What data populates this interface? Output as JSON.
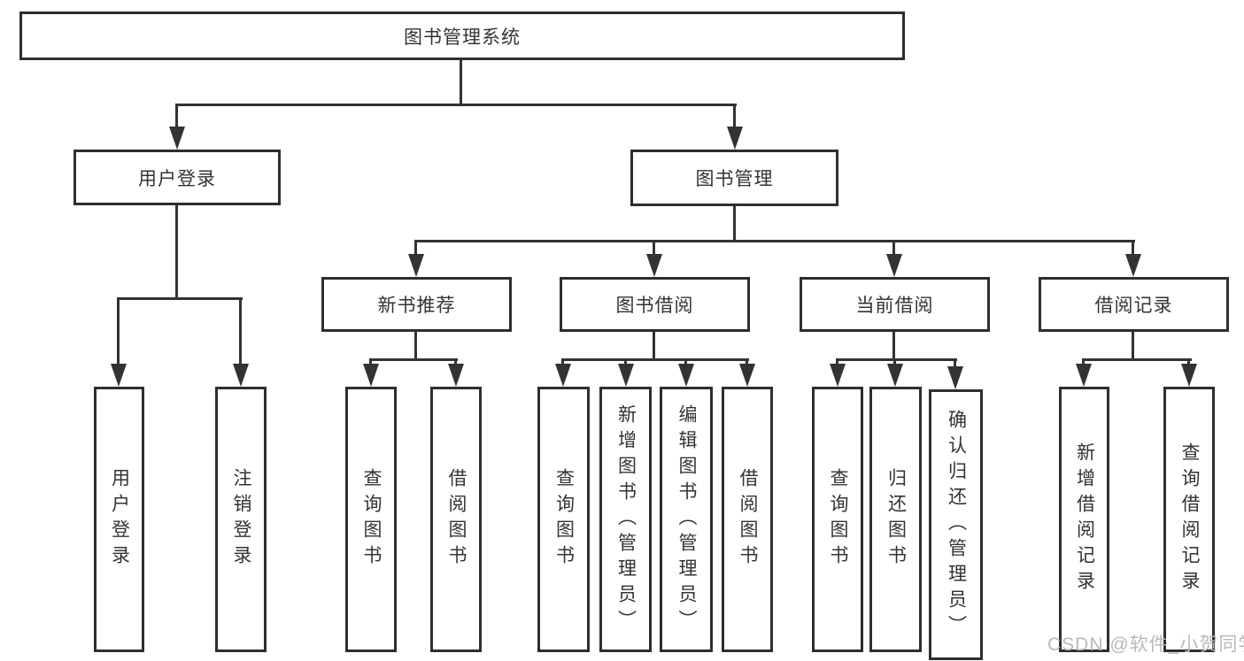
{
  "tree": {
    "root": {
      "label": "图书管理系统"
    },
    "level2": [
      {
        "label": "用户登录",
        "children": [
          {
            "label": "用户登录"
          },
          {
            "label": "注销登录"
          }
        ]
      },
      {
        "label": "图书管理",
        "groups": [
          {
            "label": "新书推荐",
            "children": [
              {
                "label": "查询图书"
              },
              {
                "label": "借阅图书"
              }
            ]
          },
          {
            "label": "图书借阅",
            "children": [
              {
                "label": "查询图书"
              },
              {
                "label": "新增图书（管理员）"
              },
              {
                "label": "编辑图书（管理员）"
              },
              {
                "label": "借阅图书"
              }
            ]
          },
          {
            "label": "当前借阅",
            "children": [
              {
                "label": "查询图书"
              },
              {
                "label": "归还图书"
              },
              {
                "label": "确认归还（管理员）"
              }
            ]
          },
          {
            "label": "借阅记录",
            "children": [
              {
                "label": "新增借阅记录"
              },
              {
                "label": "查询借阅记录"
              }
            ]
          }
        ]
      }
    ]
  },
  "watermark": {
    "text": "CSDN @软件_小贺同学"
  },
  "colors": {
    "line": "#333333",
    "border": "#2e2e2e",
    "text": "#333333",
    "watermark": "#b9b9b9",
    "background": "#ffffff"
  }
}
